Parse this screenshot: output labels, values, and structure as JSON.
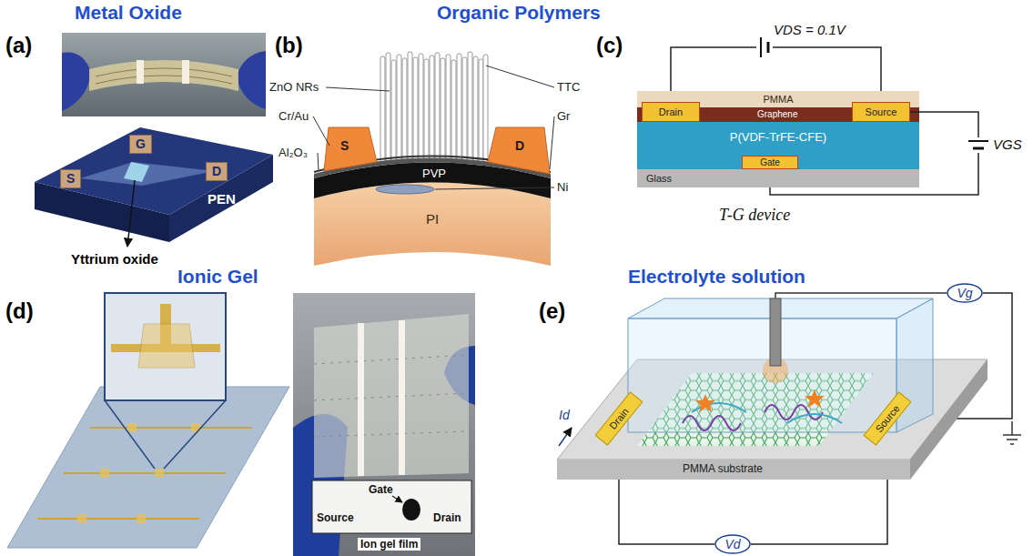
{
  "diagram": {
    "nodes": [
      {
        "text": [
          "PEN"
        ]
      },
      {
        "text": [
          "S"
        ],
        "in": 0
      },
      {
        "text": [
          "G"
        ],
        "in": 0
      },
      {
        "text": [
          "D"
        ],
        "in": 0
      },
      {
        "text": [
          "PVP"
        ]
      },
      {
        "text": [
          "PI"
        ]
      },
      {
        "text": [
          "PMMA"
        ]
      },
      {
        "text": [
          "Drain"
        ]
      },
      {
        "text": [
          "Source"
        ]
      },
      {
        "text": [
          "P(VDF-TrFE-CFE)"
        ]
      },
      {
        "text": [
          "Gate"
        ]
      },
      {
        "text": [
          "Glass"
        ]
      },
      {
        "text": [
          "PMMA substrate"
        ]
      },
      {
        "text": [
          "Drain"
        ],
        "in": 12
      },
      {
        "text": [
          "Source"
        ],
        "in": 12
      },
      {
        "text": [
          "Vg"
        ]
      },
      {
        "text": [
          "Vd"
        ]
      }
    ],
    "edges": [
      {
        "from": 7,
        "to": 8,
        "arrow": "none"
      },
      {
        "from": 8,
        "to": 10,
        "arrow": "none"
      },
      {
        "from": 13,
        "to": 16,
        "arrow": "none"
      },
      {
        "from": 16,
        "to": 14,
        "arrow": "none"
      },
      {
        "from": 15,
        "to": 14,
        "arrow": "none"
      }
    ],
    "labels": [
      "Metal Oxide",
      "Organic Polymers",
      "(a)",
      "(b)",
      "(c)",
      "Yttrium oxide",
      "ZnO NRs",
      "Cr/Au",
      "Al₂O₃",
      "S",
      "D",
      "TTC",
      "Gr",
      "Ni",
      "VDS = 0.1V",
      "Graphene",
      "VGS",
      "T-G device",
      "Ionic Gel",
      "Electrolyte solution",
      "(d)",
      "(e)",
      "Gate",
      "Source",
      "Drain",
      "Ion gel film",
      "Id"
    ]
  }
}
